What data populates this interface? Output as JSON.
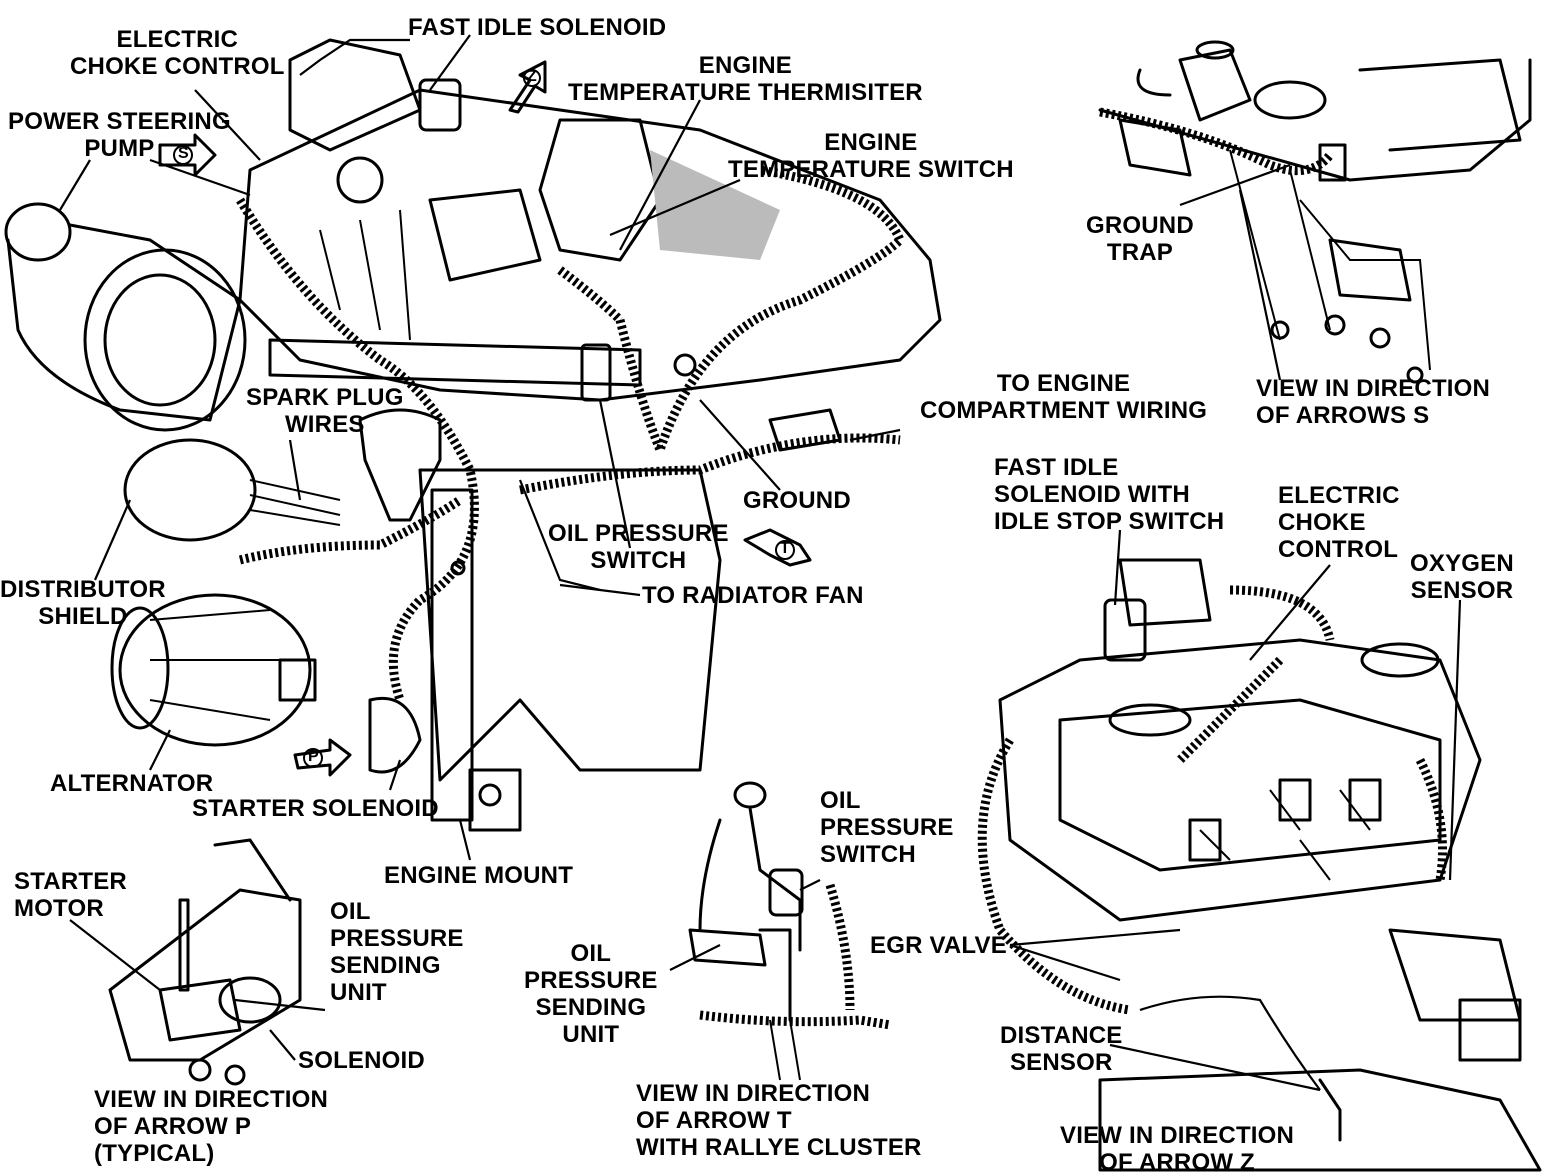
{
  "colors": {
    "ink": "#000000",
    "paper": "#ffffff",
    "shade": "#bbbbbb"
  },
  "labels": {
    "fast_idle_solenoid": "FAST IDLE SOLENOID",
    "electric_choke_control": "ELECTRIC\nCHOKE CONTROL",
    "power_steering_pump": "POWER STEERING\nPUMP",
    "engine_temp_thermisiter": "ENGINE\nTEMPERATURE THERMISITER",
    "engine_temp_switch": "ENGINE\nTEMPERATURE SWITCH",
    "ground_trap": "GROUND\nTRAP",
    "view_arrows_s": "VIEW IN DIRECTION\nOF ARROWS S",
    "to_engine_compartment_wiring": "TO ENGINE\nCOMPARTMENT WIRING",
    "spark_plug_wires": "SPARK PLUG\nWIRES",
    "ground": "GROUND",
    "oil_pressure_switch_main": "OIL PRESSURE\nSWITCH",
    "to_radiator_fan": "TO RADIATOR FAN",
    "distributor_shield": "DISTRIBUTOR\nSHIELD",
    "alternator": "ALTERNATOR",
    "starter_solenoid": "STARTER SOLENOID",
    "engine_mount": "ENGINE MOUNT",
    "fast_idle_solenoid_with_stop": "FAST IDLE\nSOLENOID WITH\nIDLE STOP SWITCH",
    "electric_choke_control_z": "ELECTRIC\nCHOKE\nCONTROL",
    "oxygen_sensor": "OXYGEN\nSENSOR",
    "egr_valve": "EGR VALVE",
    "distance_sensor": "DISTANCE\nSENSOR",
    "view_arrow_z": "VIEW IN DIRECTION\nOF ARROW Z",
    "starter_motor": "STARTER\nMOTOR",
    "oil_pressure_sending_unit_p": "OIL\nPRESSURE\nSENDING\nUNIT",
    "solenoid": "SOLENOID",
    "view_arrow_p": "VIEW IN DIRECTION\nOF ARROW P\n(TYPICAL)",
    "oil_pressure_switch_t": "OIL\nPRESSURE\nSWITCH",
    "oil_pressure_sending_unit_t": "OIL\nPRESSURE\nSENDING\nUNIT",
    "view_arrow_t": "VIEW IN DIRECTION\nOF ARROW T\nWITH RALLYE CLUSTER"
  },
  "arrow_tags": {
    "s": "S",
    "z": "Z",
    "t": "T",
    "p": "P"
  },
  "icons": [
    "direction-arrow-icon"
  ]
}
